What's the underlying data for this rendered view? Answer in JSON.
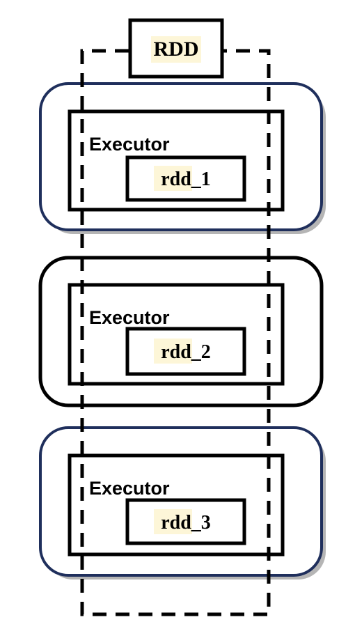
{
  "title": "RDD",
  "nodes": [
    {
      "executor_label": "Executor",
      "partition_label": "rdd_1",
      "frame_color": "#1f2f5c"
    },
    {
      "executor_label": "Executor",
      "partition_label": "rdd_2",
      "frame_color": "#000000"
    },
    {
      "executor_label": "Executor",
      "partition_label": "rdd_3",
      "frame_color": "#1f2f5c"
    }
  ],
  "colors": {
    "label_highlight": "#fdf6d8",
    "shadow": "#b5b5b5",
    "line": "#000000"
  }
}
